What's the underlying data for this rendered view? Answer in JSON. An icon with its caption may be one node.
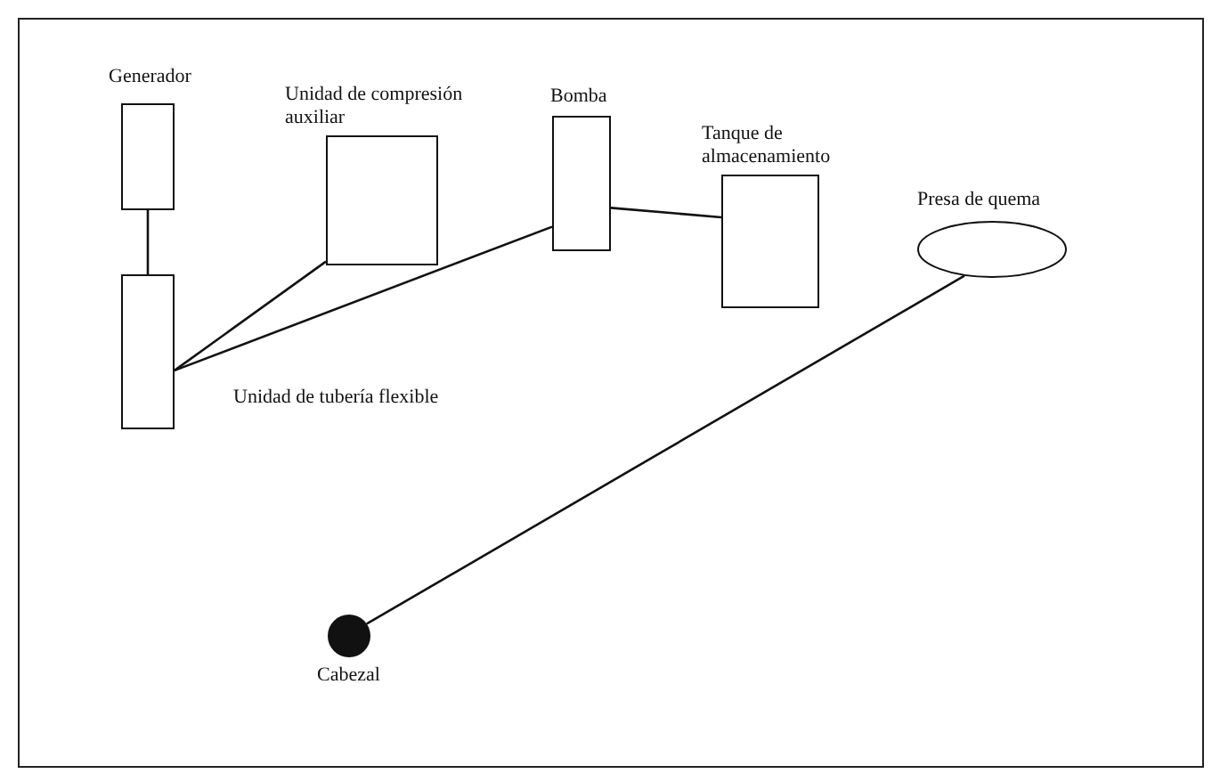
{
  "diagram": {
    "nodes": [
      {
        "text": [
          "Generador"
        ]
      },
      {
        "text": [
          "Unidad de compresión auxiliar"
        ]
      },
      {
        "text": [
          "Bomba"
        ]
      },
      {
        "text": [
          "Tanque de almacenamiento"
        ]
      },
      {
        "text": [
          "Presa de quema"
        ]
      },
      {
        "text": [
          "Unidad de tubería flexible"
        ]
      },
      {
        "text": [
          "Cabezal"
        ]
      }
    ],
    "edges": [
      {
        "from": 0,
        "to": 5,
        "arrow": "none"
      },
      {
        "from": 5,
        "to": 1,
        "arrow": "none"
      },
      {
        "from": 5,
        "to": 2,
        "arrow": "none"
      },
      {
        "from": 2,
        "to": 3,
        "arrow": "none"
      },
      {
        "from": 4,
        "to": 6,
        "arrow": "none"
      }
    ]
  }
}
